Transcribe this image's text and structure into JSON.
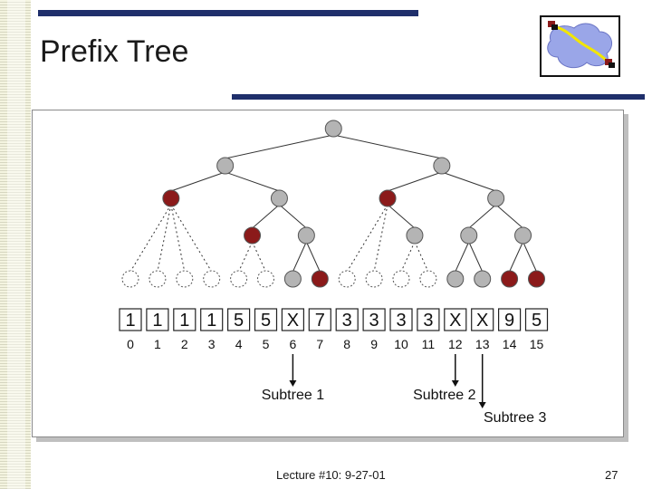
{
  "slide": {
    "title": "Prefix Tree",
    "footer": "Lecture #10: 9-27-01",
    "page_number": "27"
  },
  "colors": {
    "accent_bar": "#1f2f6b",
    "node_gray": "#b4b4b4",
    "node_red": "#8b1a1a"
  },
  "logo": {
    "icon": "network-path-logo-icon"
  },
  "tree": {
    "levels": [
      [
        "gray"
      ],
      [
        "gray",
        "gray"
      ],
      [
        "red",
        "gray",
        "red",
        "gray"
      ],
      [
        "none",
        "none",
        "red",
        "gray",
        "none",
        "gray",
        "gray",
        "gray"
      ],
      [
        "empty",
        "empty",
        "empty",
        "empty",
        "empty",
        "empty",
        "gray",
        "red",
        "empty",
        "empty",
        "empty",
        "empty",
        "gray",
        "gray",
        "red",
        "red"
      ]
    ],
    "values": [
      "1",
      "1",
      "1",
      "1",
      "5",
      "5",
      "X",
      "7",
      "3",
      "3",
      "3",
      "3",
      "X",
      "X",
      "9",
      "5"
    ],
    "indices": [
      "0",
      "1",
      "2",
      "3",
      "4",
      "5",
      "6",
      "7",
      "8",
      "9",
      "10",
      "11",
      "12",
      "13",
      "14",
      "15"
    ],
    "subtrees": [
      {
        "label": "Subtree 1",
        "index": 6
      },
      {
        "label": "Subtree 2",
        "index": 12
      },
      {
        "label": "Subtree 3",
        "index": 13
      }
    ]
  }
}
